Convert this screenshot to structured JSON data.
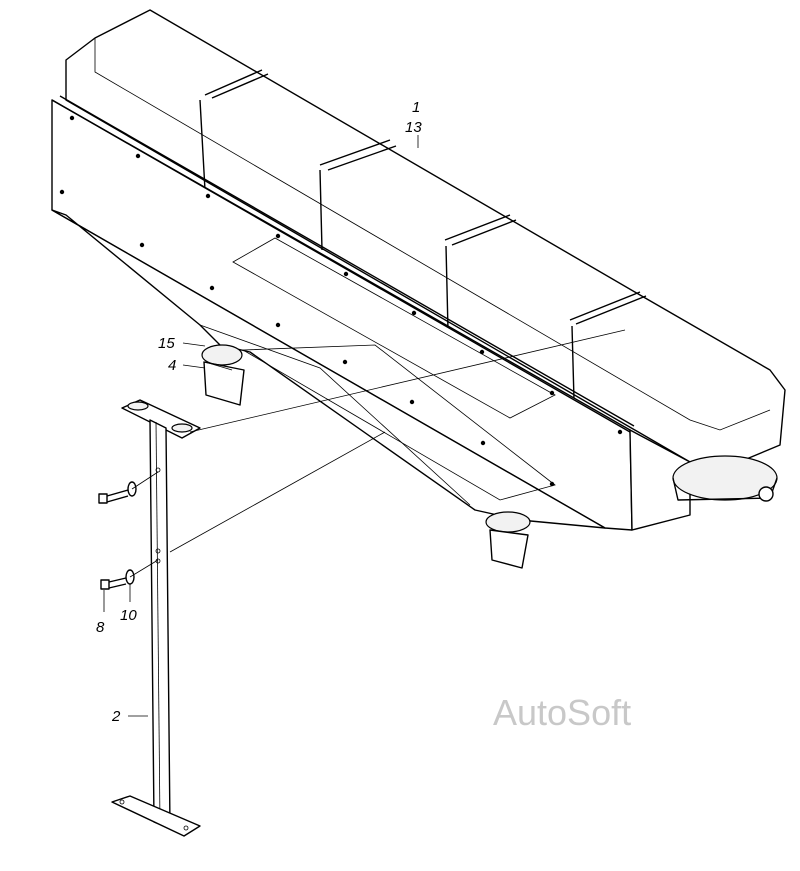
{
  "callouts": {
    "c1": "1",
    "c13": "13",
    "c15": "15",
    "c4": "4",
    "c8": "8",
    "c10": "10",
    "c2": "2"
  },
  "watermark": "AutoSoft"
}
